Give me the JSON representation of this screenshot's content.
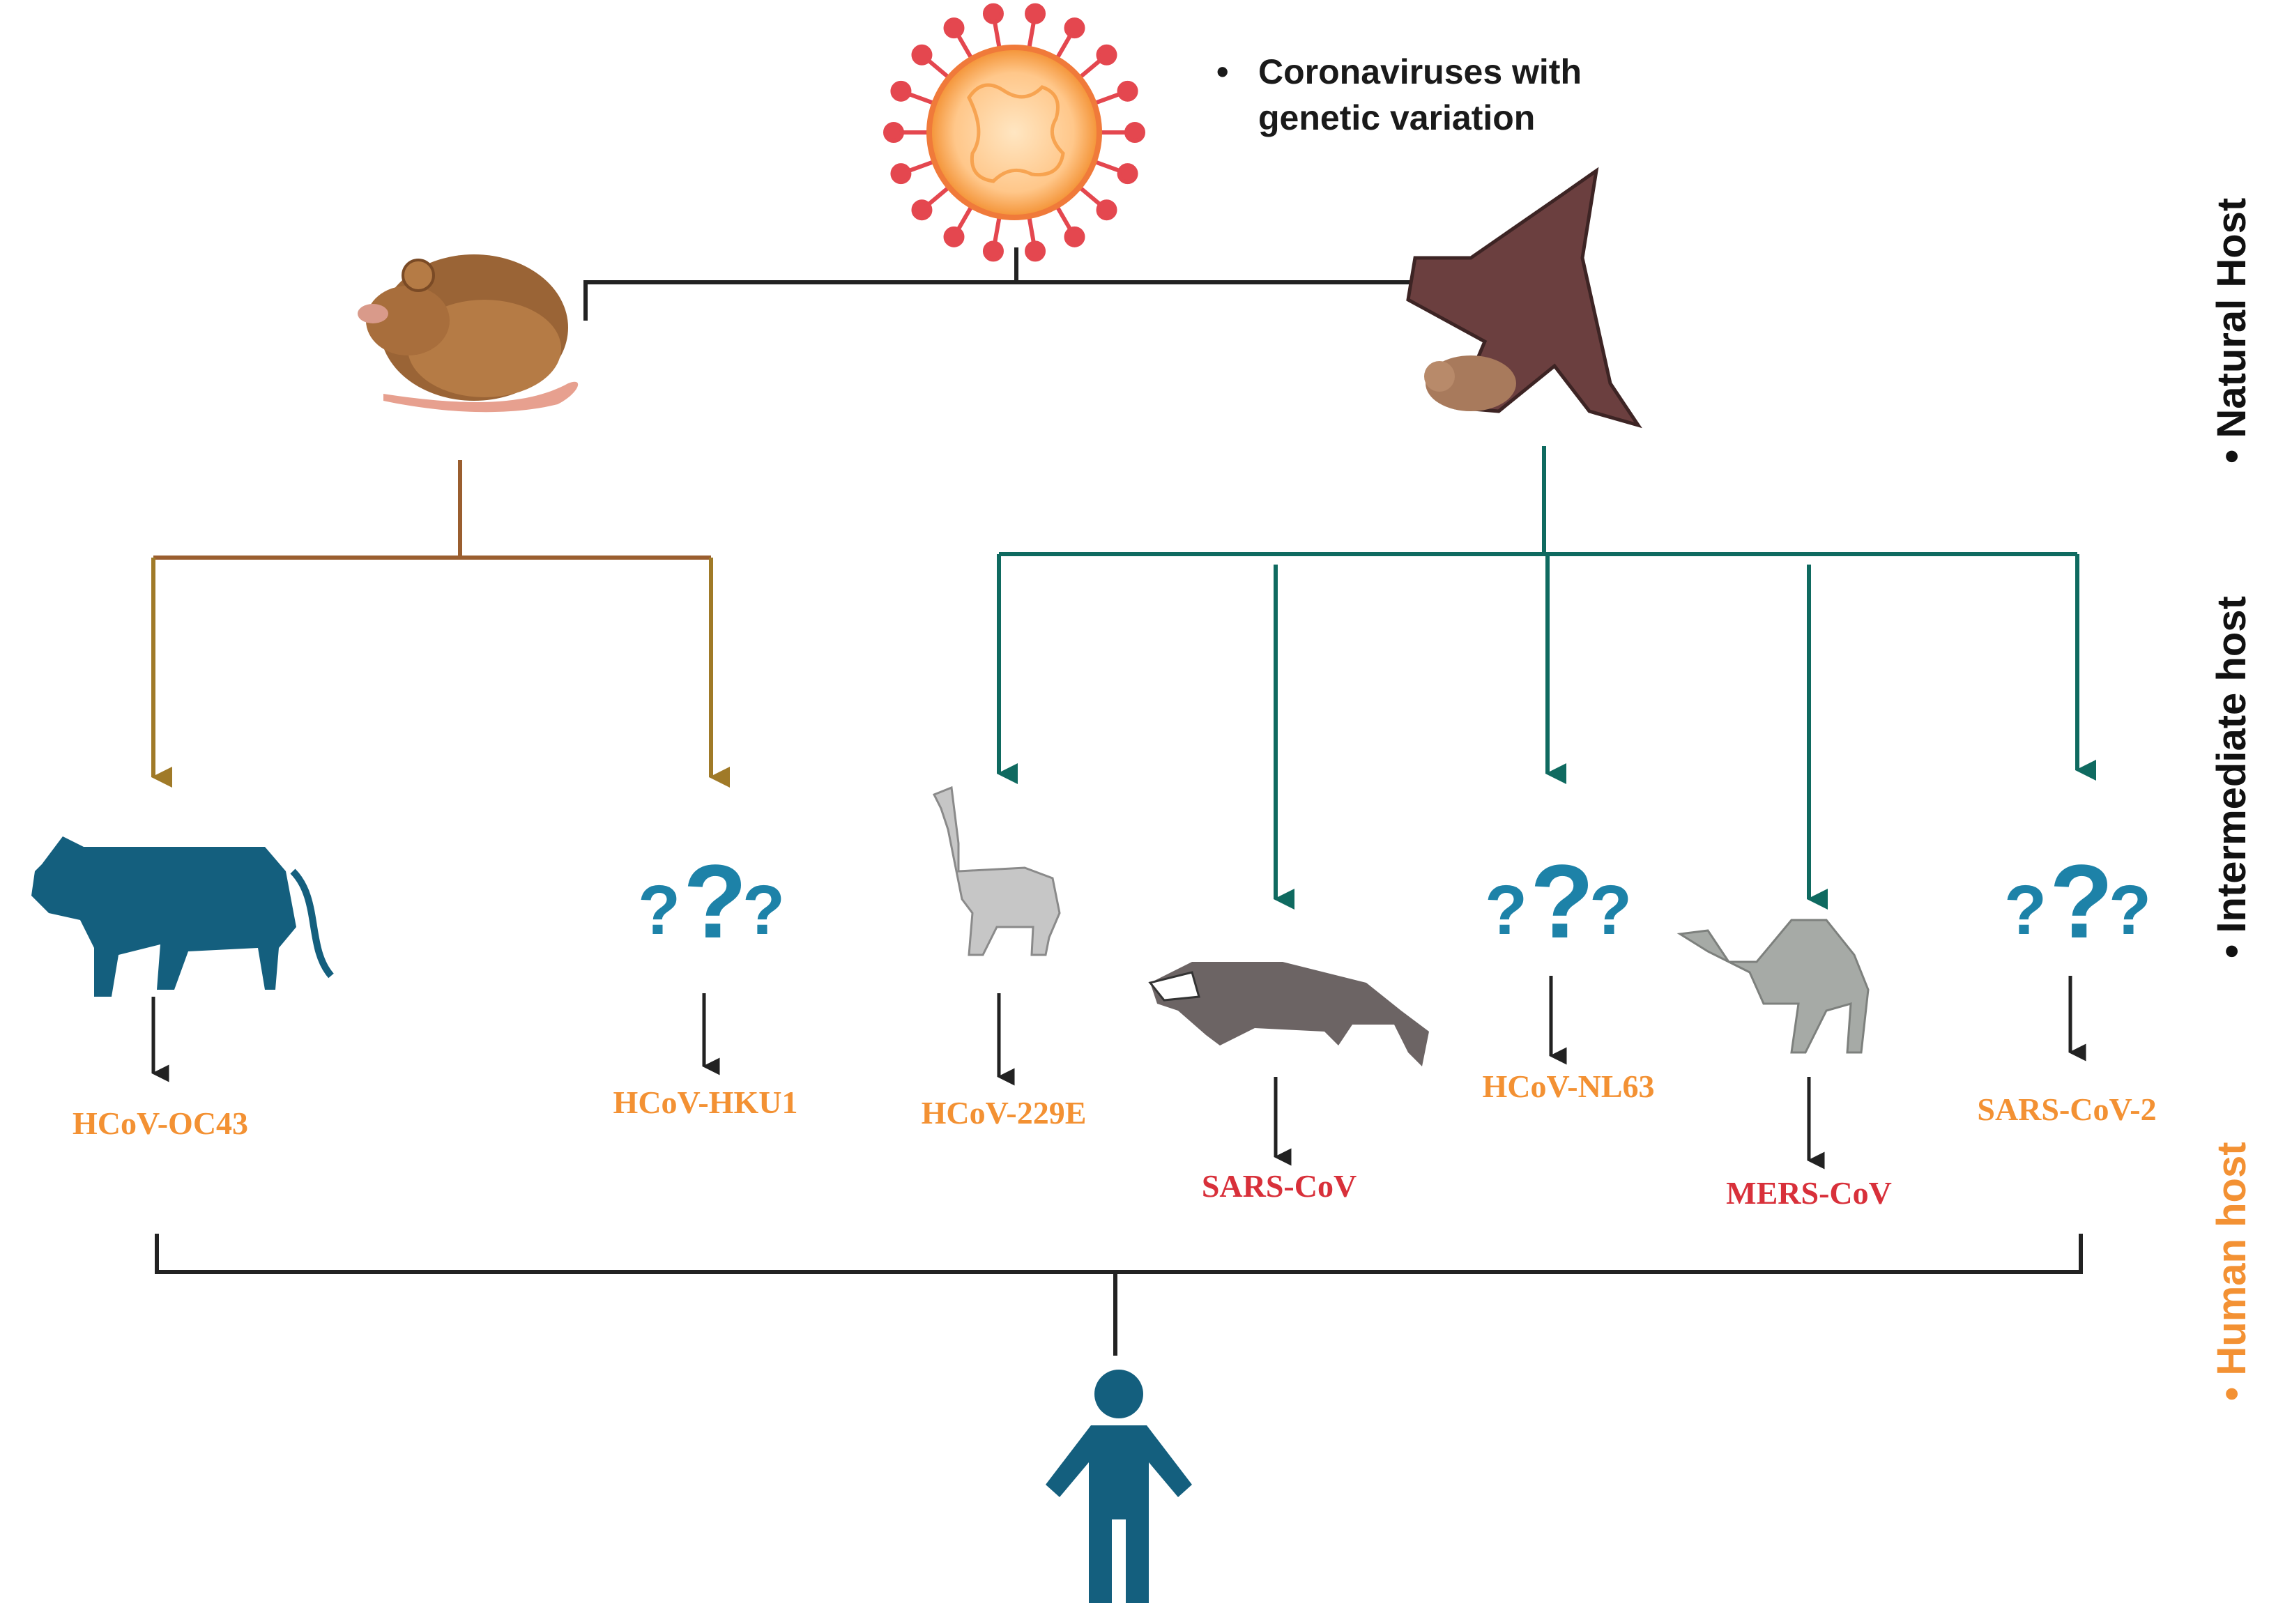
{
  "virus_note": {
    "bullet": "•",
    "text": "Coronaviruses with genetic variation"
  },
  "host_levels": [
    {
      "label": "• Natural Host",
      "color": "#111111"
    },
    {
      "label": "• Intermediate host",
      "color": "#111111"
    },
    {
      "label": "• Human host",
      "color": "#f39133"
    }
  ],
  "natural_hosts": [
    "rat-icon",
    "bat-icon"
  ],
  "intermediate_hosts": [
    "cow-icon",
    "question-marks-icon",
    "llama-icon",
    "civet-icon",
    "question-marks-icon",
    "camel-icon",
    "question-marks-icon"
  ],
  "viruses": [
    {
      "name": "HCoV-OC43",
      "color": "#f39133"
    },
    {
      "name": "HCoV-HKU1",
      "color": "#f39133"
    },
    {
      "name": "HCoV-229E",
      "color": "#f39133"
    },
    {
      "name": "SARS-CoV",
      "color": "#d8303a"
    },
    {
      "name": "HCoV-NL63",
      "color": "#f39133"
    },
    {
      "name": "MERS-CoV",
      "color": "#d8303a"
    },
    {
      "name": "SARS-CoV-2",
      "color": "#f39133"
    }
  ],
  "colors": {
    "rat_branch": "#9a5e2f",
    "rat_arrow": "#a07a28",
    "bat_branch": "#0f6a60",
    "icon_blue": "#145f7e",
    "question_blue": "#1d82a8",
    "virus_orange": "#f39133",
    "virus_spike": "#e4474f"
  }
}
